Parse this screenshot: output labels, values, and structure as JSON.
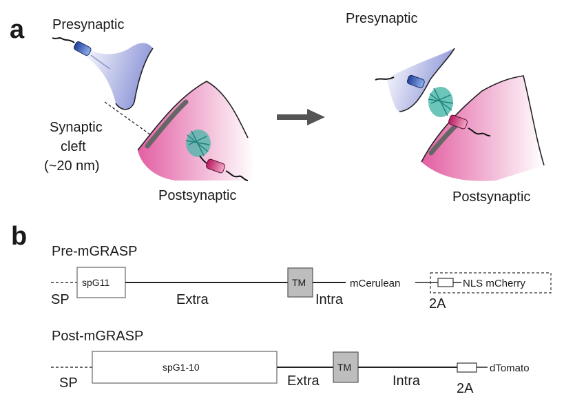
{
  "colors": {
    "presynaptic_fill": "#9aa2dc",
    "postsynaptic_fill": "#e66aa8",
    "tm_box": "#bdbdbd",
    "arrow": "#555555",
    "cerulean_cylinder": "#3f62b8",
    "tomato_cylinder": "#d63b7d",
    "gfp_barrel": "#2aa7a1"
  },
  "panel_a": {
    "letter": "a",
    "left": {
      "presynaptic": "Presynaptic",
      "cleft_line1": "Synaptic",
      "cleft_line2": "cleft",
      "cleft_line3": "(~20 nm)",
      "postsynaptic": "Postsynaptic"
    },
    "right": {
      "presynaptic": "Presynaptic",
      "postsynaptic": "Postsynaptic"
    }
  },
  "panel_b": {
    "letter": "b",
    "pre": {
      "title": "Pre-mGRASP",
      "sp": "SP",
      "spg11": "spG11",
      "extra": "Extra",
      "tm": "TM",
      "intra": "Intra",
      "mcerulean": "mCerulean",
      "nls_mcherry": "NLS mCherry",
      "two_a": "2A"
    },
    "post": {
      "title": "Post-mGRASP",
      "sp": "SP",
      "spg1_10": "spG1-10",
      "extra": "Extra",
      "tm": "TM",
      "intra": "Intra",
      "two_a": "2A",
      "dtomato": "dTomato"
    }
  }
}
